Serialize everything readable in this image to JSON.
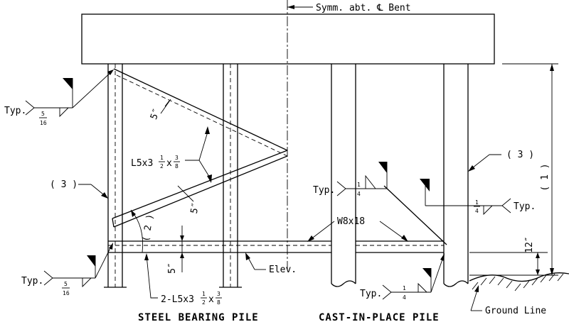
{
  "labels": {
    "symm": "Symm. abt. ℄ Bent",
    "typ": "Typ.",
    "typ_dot": "Typ.",
    "three": "( 3 )",
    "one": "( 1 )",
    "two": "( 2 )",
    "five_in": "5″",
    "twelve_in": "12″",
    "brace_member": "L5x3",
    "brace_half": "1",
    "brace_half_den": "2",
    "brace_thk_num": "3",
    "brace_thk_den": "8",
    "strut_member": "W8x18",
    "double_angle": "2-L5x3",
    "elev": "Elev.",
    "ground_line": "Ground Line",
    "steel_pile": "STEEL BEARING PILE",
    "cip_pile": "CAST-IN-PLACE PILE",
    "weld_5_16_num": "5",
    "weld_5_16_den": "16",
    "weld_1_4_num": "1",
    "weld_1_4_den": "4"
  }
}
